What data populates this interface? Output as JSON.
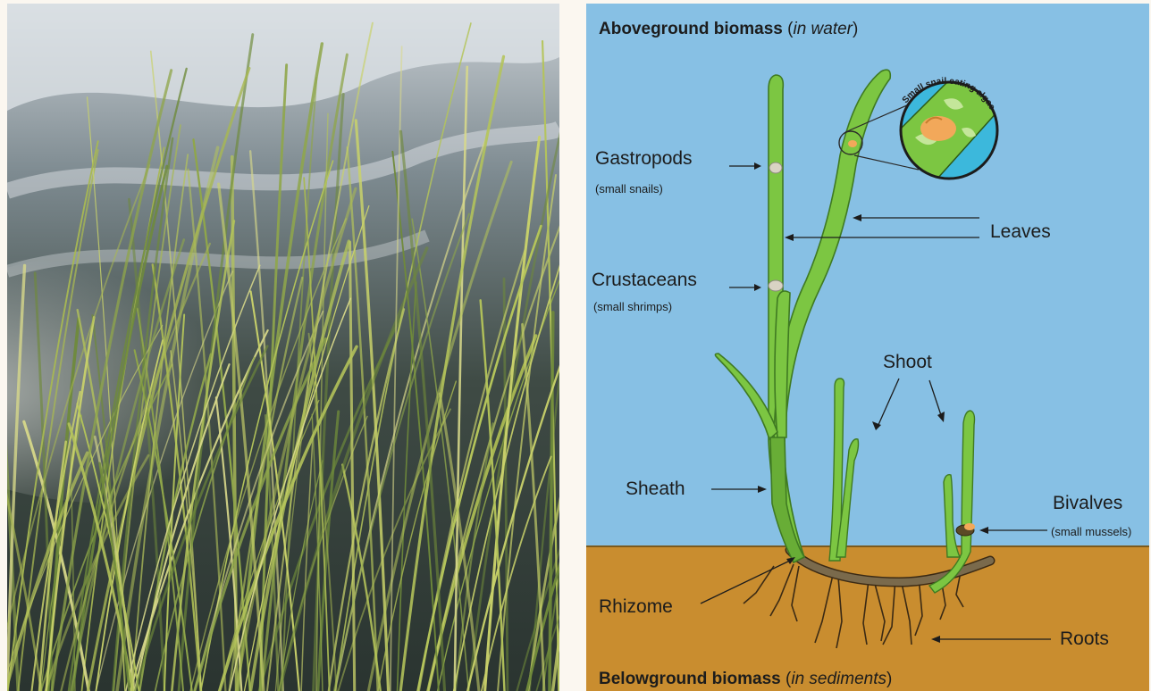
{
  "photo": {
    "subject": "seagrass-underwater-photo"
  },
  "diagram": {
    "heading_top": {
      "bold": "Aboveground biomass",
      "open": "(",
      "italic": "in water",
      "close": ")"
    },
    "heading_bottom": {
      "bold": "Belowground biomass",
      "open": "(",
      "italic": "in sediments",
      "close": ")"
    },
    "labels": {
      "gastropods": "Gastropods",
      "gastropods_sub": "(small snails)",
      "crustaceans": "Crustaceans",
      "crustaceans_sub": "(small shrimps)",
      "leaves": "Leaves",
      "shoot": "Shoot",
      "sheath": "Sheath",
      "bivalves": "Bivalves",
      "bivalves_sub": "(small mussels)",
      "rhizome": "Rhizome",
      "roots": "Roots",
      "inset": "Small snail eating algae"
    },
    "colors": {
      "water": "#87c0e4",
      "sediment": "#c98d2f",
      "leaf": "#7cc642",
      "leaf_outline": "#3f7a22",
      "rhizome": "#6b5a3e",
      "snail": "#f2a85a",
      "algae": "#9ed46a"
    }
  }
}
